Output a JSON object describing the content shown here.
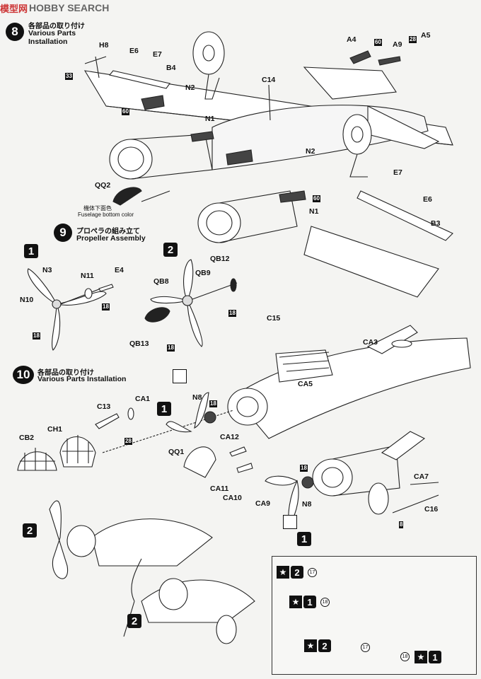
{
  "watermark": {
    "logo": "模型网",
    "brand": "HOBBY SEARCH"
  },
  "step8": {
    "num": "8",
    "jp": "各部品の取り付け",
    "en_line1": "Various Parts",
    "en_line2": "Installation",
    "labels": {
      "H8": "H8",
      "E6a": "E6",
      "E7a": "E7",
      "B4": "B4",
      "N2a": "N2",
      "C14": "C14",
      "A4": "A4",
      "A9": "A9",
      "A5": "A5",
      "N1a": "N1",
      "N2b": "N2",
      "N1b": "N1",
      "QQ2": "QQ2",
      "E7b": "E7",
      "E6b": "E6",
      "B3": "B3"
    },
    "codes": {
      "c33": "33",
      "c60a": "60",
      "c60b": "60",
      "c60c": "60",
      "c28": "28"
    },
    "note_jp": "機体下面色",
    "note_en": "Fuselage bottom color"
  },
  "step9": {
    "num": "9",
    "jp": "プロペラの組み立て",
    "en": "Propeller Assembly",
    "opt1": "1",
    "opt2": "2",
    "labels": {
      "N3": "N3",
      "N11": "N11",
      "E4": "E4",
      "N10": "N10",
      "QB12": "QB12",
      "QB9": "QB9",
      "QB8": "QB8",
      "QB13": "QB13"
    },
    "codes": {
      "c18a": "18",
      "c18b": "18",
      "c18c": "18",
      "c18d": "18"
    }
  },
  "step10": {
    "num": "10",
    "jp": "各部品の取り付け",
    "en": "Various Parts Installation",
    "opt1": "1",
    "opt2": "1",
    "labels": {
      "C15": "C15",
      "CA3": "CA3",
      "CA5": "CA5",
      "CA1": "CA1",
      "C13": "C13",
      "CH1": "CH1",
      "CB2": "CB2",
      "N8a": "N8",
      "CA12": "CA12",
      "QQ1": "QQ1",
      "CA11": "CA11",
      "CA10": "CA10",
      "CA9": "CA9",
      "N8b": "N8",
      "CA7": "CA7",
      "C16": "C16"
    },
    "codes": {
      "c28": "28",
      "c18a": "18",
      "c18b": "18",
      "c8": "8"
    }
  },
  "bottom": {
    "opt2a": "2",
    "opt2b": "2"
  },
  "inset": {
    "r1": "2",
    "r2": "1",
    "r3": "2",
    "r4": "1",
    "c17a": "17",
    "c18a": "18",
    "c17b": "17",
    "c18b": "18"
  }
}
